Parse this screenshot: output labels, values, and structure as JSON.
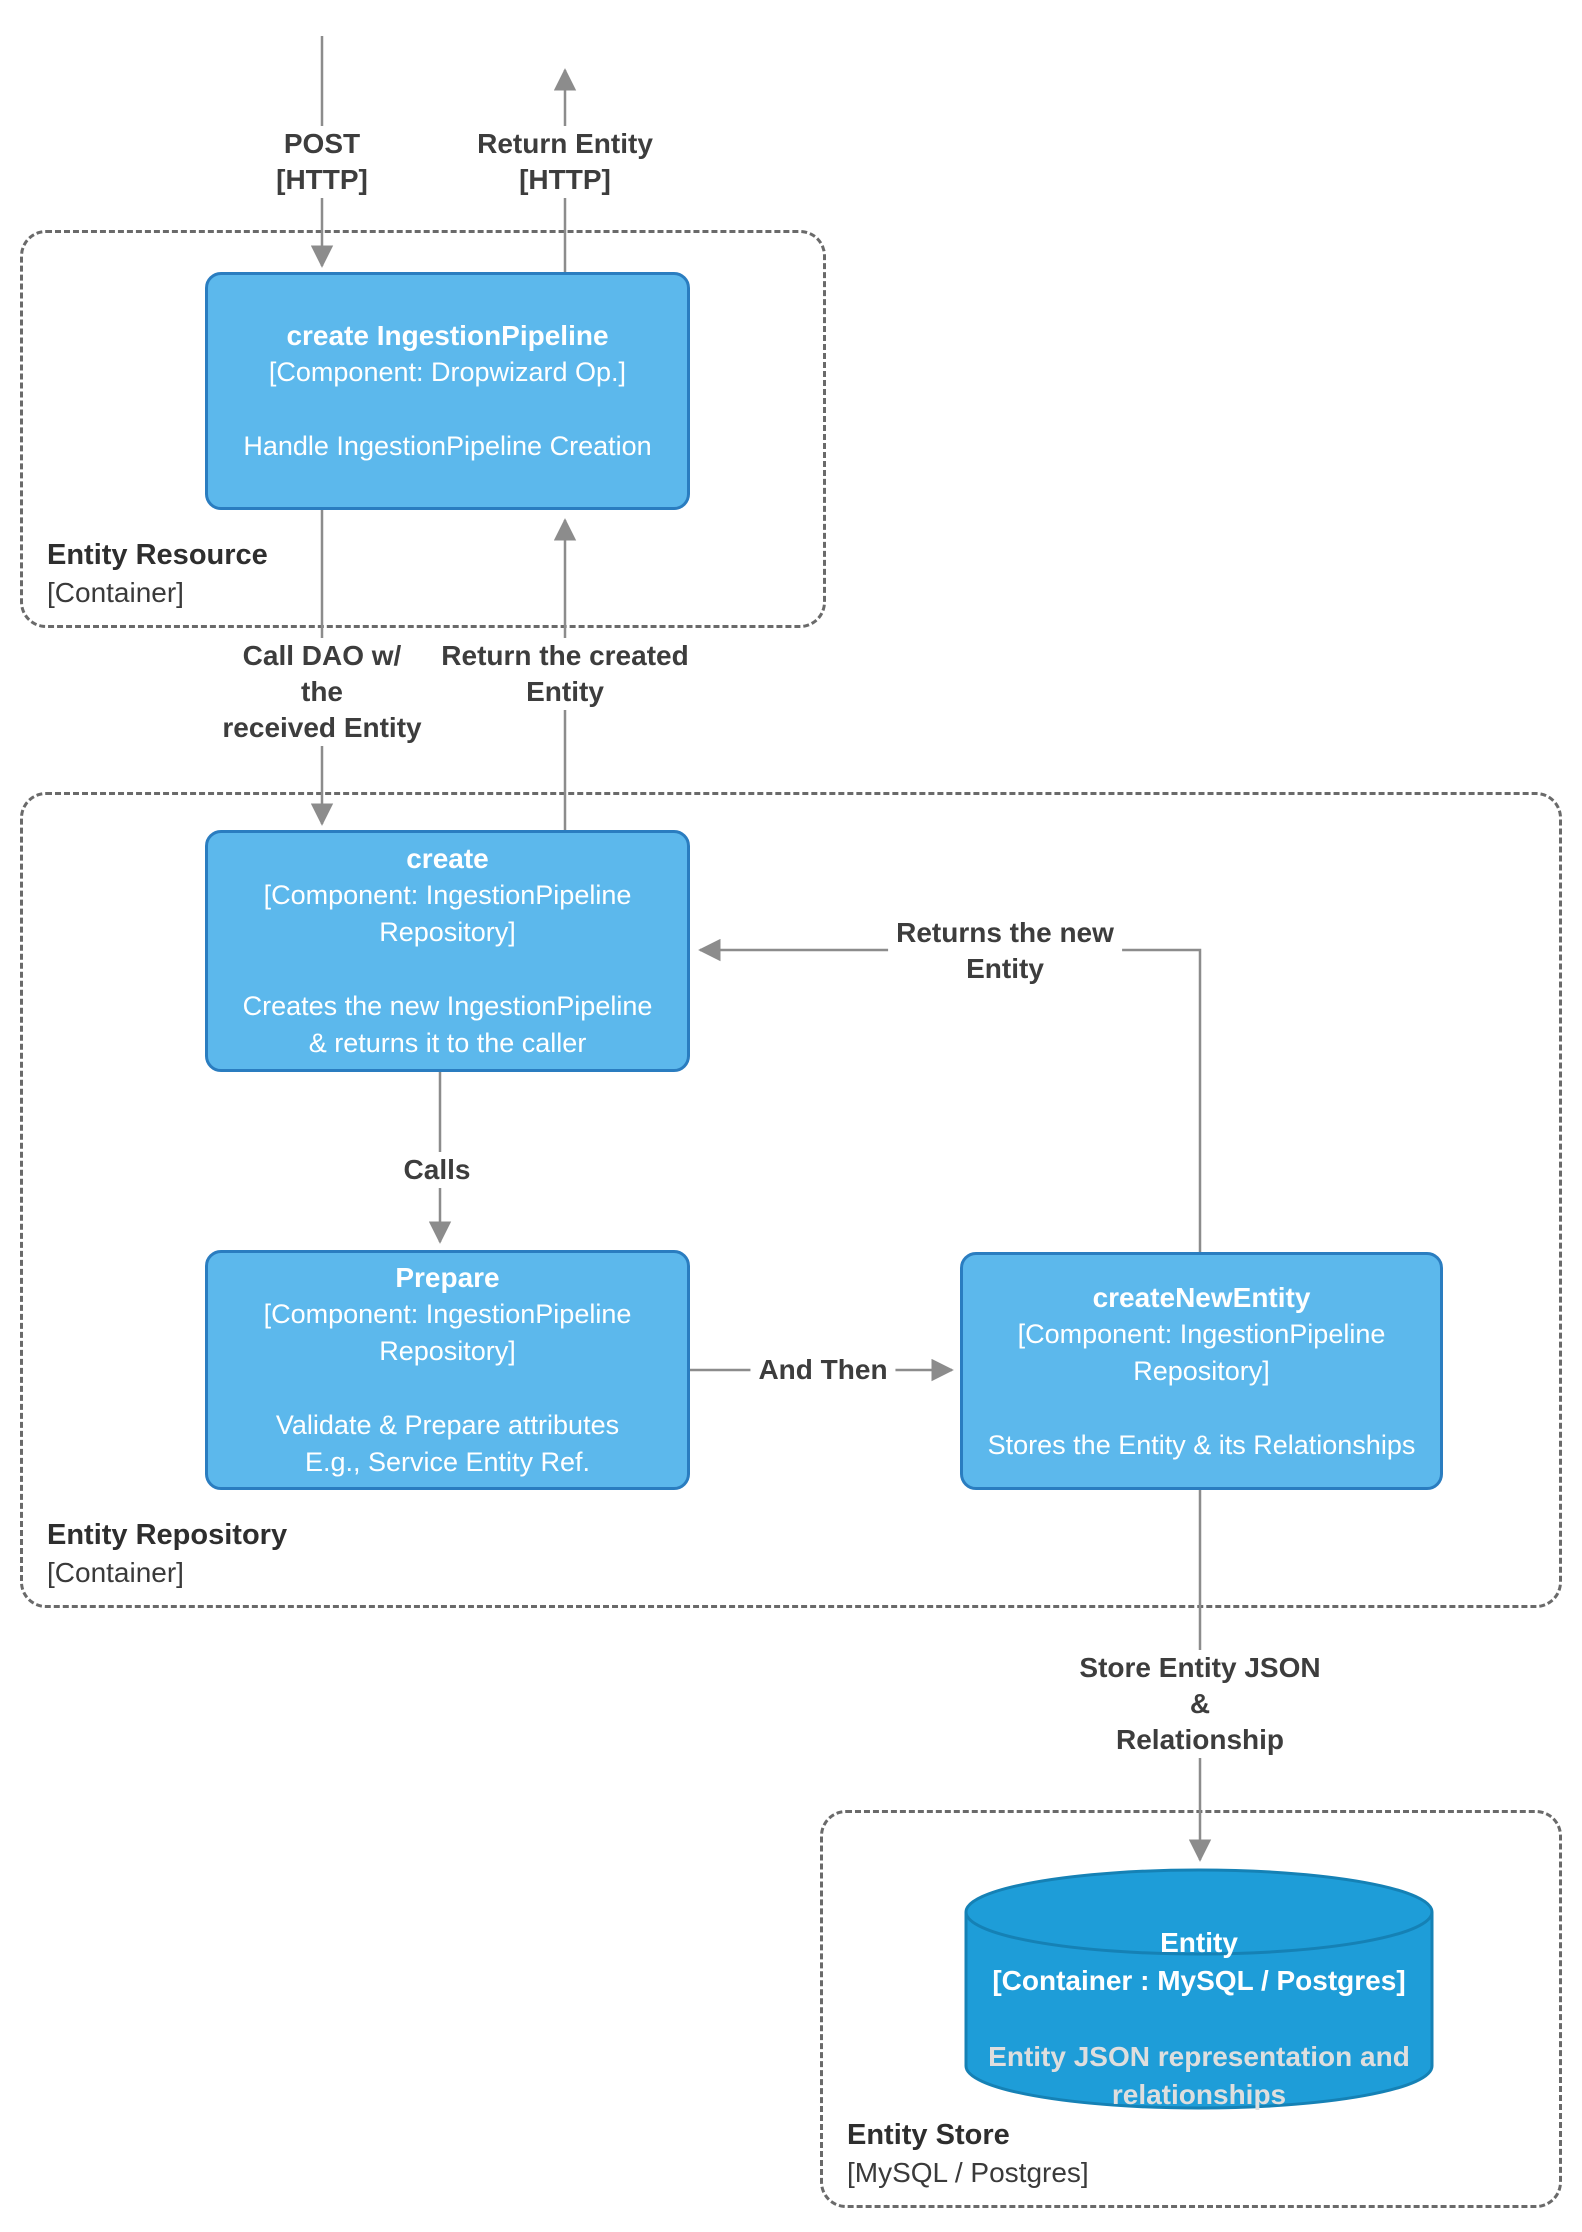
{
  "diagram": {
    "containers": {
      "entity_resource": {
        "title": "Entity Resource",
        "subtitle": "[Container]"
      },
      "entity_repository": {
        "title": "Entity Repository",
        "subtitle": "[Container]"
      },
      "entity_store": {
        "title": "Entity Store",
        "subtitle": "[MySQL / Postgres]"
      }
    },
    "nodes": {
      "create_ingestion_pipeline": {
        "title": "create IngestionPipeline",
        "meta": [
          "[Component: Dropwizard Op.]"
        ],
        "desc": [
          "Handle IngestionPipeline Creation"
        ]
      },
      "create": {
        "title": "create",
        "meta": [
          "[Component: IngestionPipeline",
          "Repository]"
        ],
        "desc": [
          "Creates the new IngestionPipeline",
          "& returns it to the caller"
        ]
      },
      "prepare": {
        "title": "Prepare",
        "meta": [
          "[Component: IngestionPipeline",
          "Repository]"
        ],
        "desc": [
          "Validate & Prepare attributes",
          "E.g., Service Entity Ref."
        ]
      },
      "create_new_entity": {
        "title": "createNewEntity",
        "meta": [
          "[Component: IngestionPipeline",
          "Repository]"
        ],
        "desc": [
          "Stores the Entity & its Relationships"
        ]
      },
      "entity_db": {
        "title": "Entity",
        "meta": [
          "[Container : MySQL / Postgres]"
        ],
        "desc": [
          "Entity JSON representation and",
          "relationships"
        ]
      }
    },
    "edges": {
      "post": [
        "POST",
        "[HTTP]"
      ],
      "return_entity": [
        "Return Entity",
        "[HTTP]"
      ],
      "call_dao": [
        "Call DAO w/",
        "the",
        "received Entity"
      ],
      "return_created": [
        "Return the created",
        "Entity"
      ],
      "calls": [
        "Calls"
      ],
      "and_then": [
        "And Then"
      ],
      "returns_new": [
        "Returns the new",
        "Entity"
      ],
      "store_json": [
        "Store Entity JSON",
        "&",
        "Relationship"
      ]
    },
    "colors": {
      "node_fill": "#5CB8EC",
      "node_border": "#2A7DC0",
      "db_fill": "#1E9DD8",
      "db_border": "#1581B5",
      "line_gray": "#8C8C8C",
      "dashed_border": "#6A6A6A",
      "label_text": "#3D3D3D",
      "node_text": "#FFFFFF",
      "db_desc_text": "#DEDEDE"
    }
  }
}
